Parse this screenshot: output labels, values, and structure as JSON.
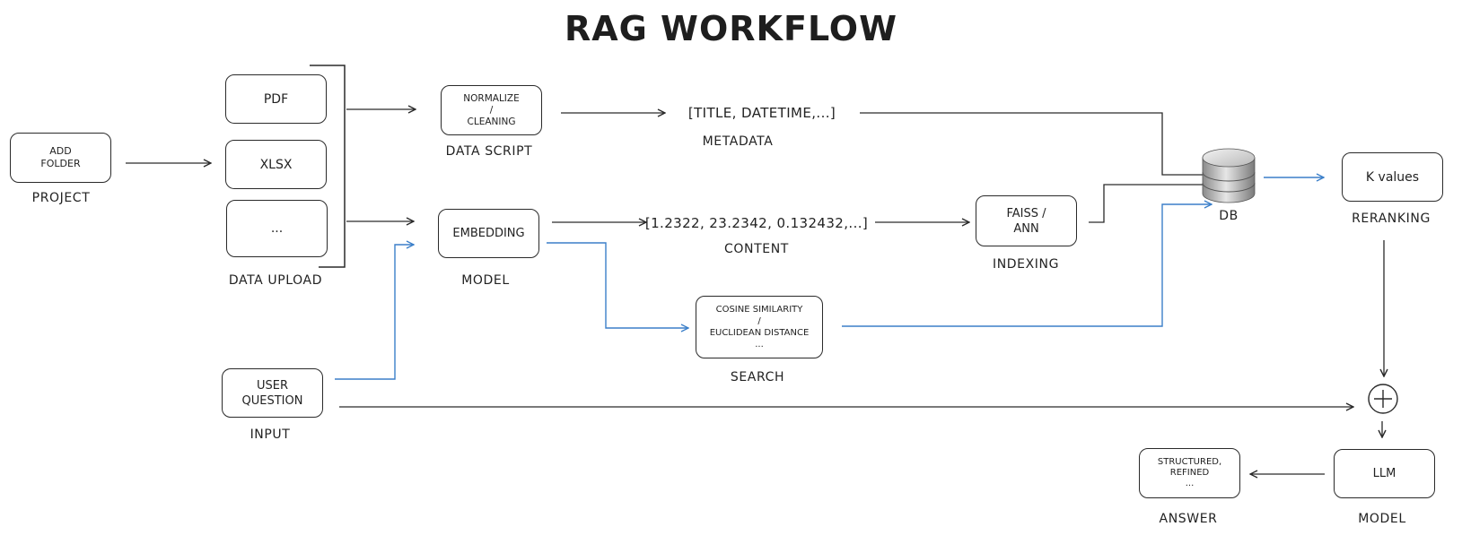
{
  "title": "RAG WORKFLOW",
  "nodes": {
    "add_folder": {
      "text": "ADD\nFOLDER",
      "caption": "PROJECT"
    },
    "pdf": {
      "text": "PDF"
    },
    "xlsx": {
      "text": "XLSX"
    },
    "ellipsis_file": {
      "text": "..."
    },
    "data_upload": {
      "caption": "DATA UPLOAD"
    },
    "normalize": {
      "text": "NORMALIZE\n/\nCLEANING",
      "caption": "DATA SCRIPT"
    },
    "metadata": {
      "text": "[TITLE, DATETIME,...]",
      "caption": "METADATA"
    },
    "embedding": {
      "text": "EMBEDDING",
      "caption": "MODEL"
    },
    "content": {
      "text": "[1.2322, 23.2342, 0.132432,...]",
      "caption": "CONTENT"
    },
    "faiss": {
      "text": "FAISS /\nANN",
      "caption": "INDEXING"
    },
    "db": {
      "caption": "DB"
    },
    "k_values": {
      "text": "K values",
      "caption": "RERANKING"
    },
    "search": {
      "text": "COSINE SIMILARITY\n/\nEUCLIDEAN DISTANCE\n...",
      "caption": "SEARCH"
    },
    "user_question": {
      "text": "USER\nQUESTION",
      "caption": "INPUT"
    },
    "llm": {
      "text": "LLM",
      "caption": "MODEL"
    },
    "answer": {
      "text": "STRUCTURED,\nREFINED\n...",
      "caption": "ANSWER"
    }
  },
  "colors": {
    "ink": "#2a2a2a",
    "blue_flow": "#3b7fc9"
  }
}
